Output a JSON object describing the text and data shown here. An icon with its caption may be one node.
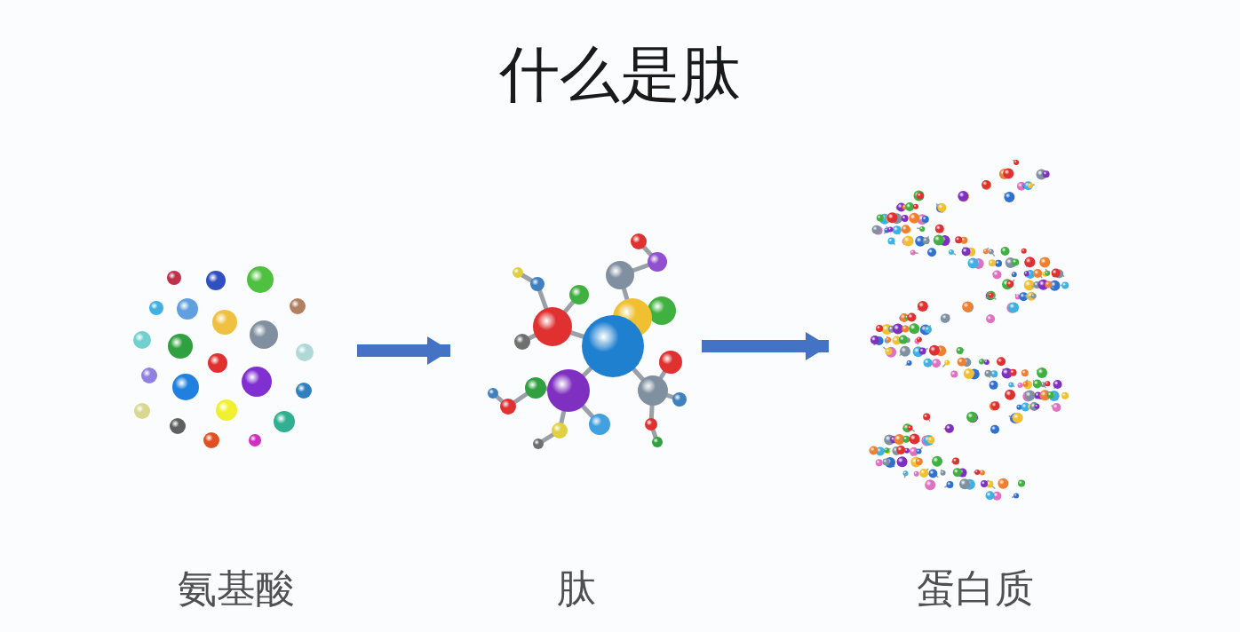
{
  "diagram": {
    "title": "什么是肽",
    "nodes": [
      {
        "text": [
          "氨基酸"
        ]
      },
      {
        "text": [
          "肽"
        ]
      },
      {
        "text": [
          "蛋白质"
        ]
      }
    ],
    "edges": [
      {
        "from": 0,
        "to": 1,
        "arrow": "to"
      },
      {
        "from": 1,
        "to": 2,
        "arrow": "to"
      }
    ]
  }
}
